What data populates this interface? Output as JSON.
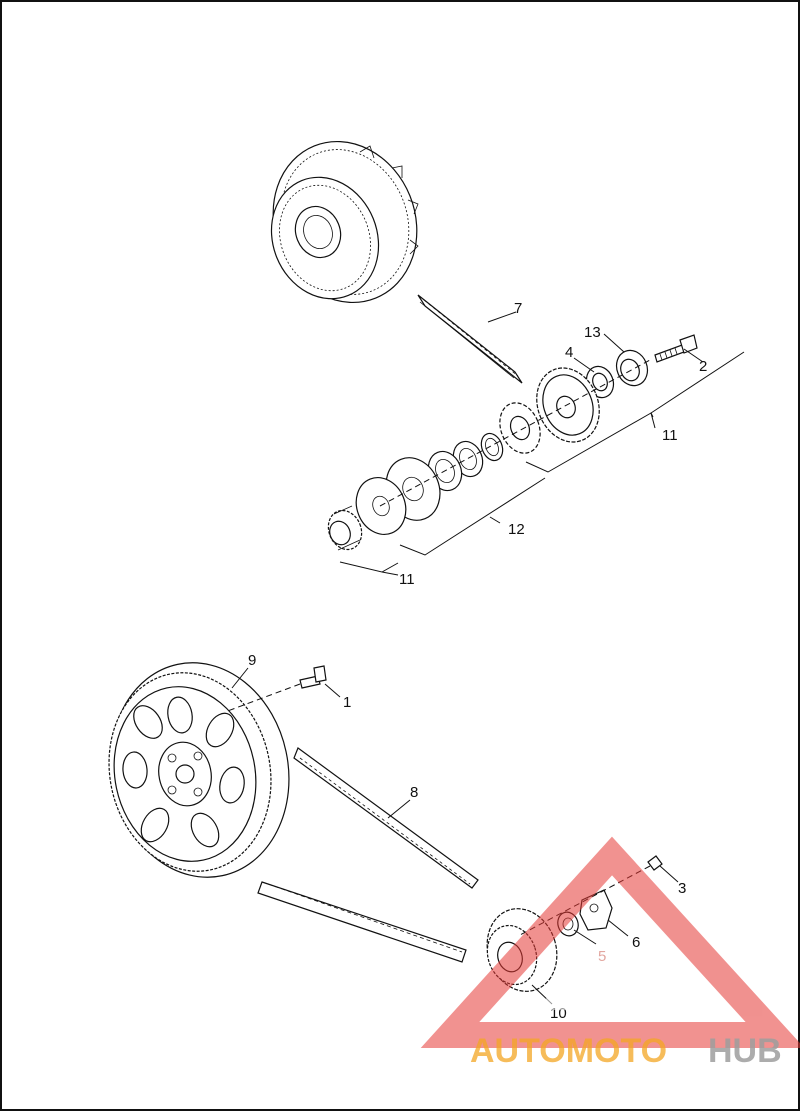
{
  "diagram": {
    "callouts": {
      "c1": "1",
      "c2": "2",
      "c3": "3",
      "c4": "4",
      "c5": "5",
      "c6": "6",
      "c7": "7",
      "c8": "8",
      "c9": "9",
      "c10": "10",
      "c11a": "11",
      "c11b": "11",
      "c12": "12",
      "c13": "13"
    }
  },
  "watermark": {
    "part1": "AUTOMOTO",
    "part2": "HUB",
    "color_primary": "#f4a623",
    "color_secondary": "#e53935",
    "color_hub": "#9e9e9e"
  }
}
